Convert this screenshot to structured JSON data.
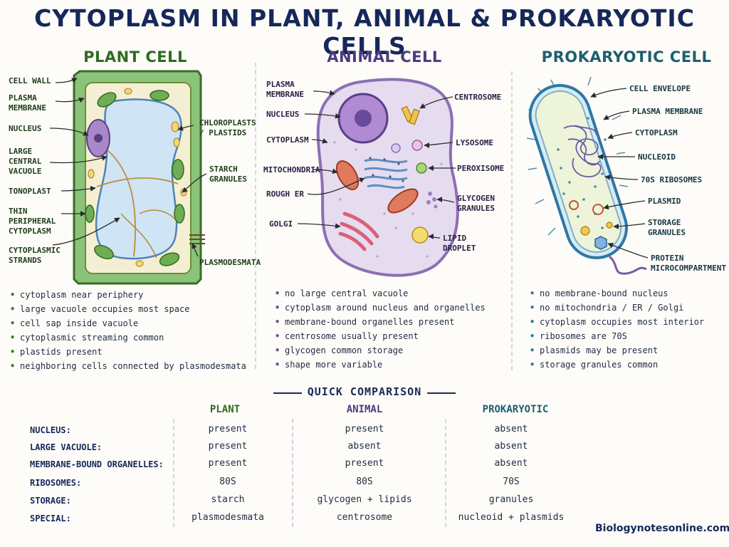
{
  "title": "CYTOPLASM IN PLANT, ANIMAL & PROKARYOTIC CELLS",
  "columns": {
    "plant": {
      "heading": "PLANT CELL",
      "labels": {
        "cell_wall": "CELL WALL",
        "plasma_membrane": "PLASMA\nMEMBRANE",
        "nucleus": "NUCLEUS",
        "large_central_vacuole": "LARGE\nCENTRAL\nVACUOLE",
        "tonoplast": "TONOPLAST",
        "thin_peripheral_cytoplasm": "THIN\nPERIPHERAL\nCYTOPLASM",
        "cytoplasmic_strands": "CYTOPLASMIC\nSTRANDS",
        "chloroplasts_plastids": "CHLOROPLASTS\n/ PLASTIDS",
        "starch_granules": "STARCH\nGRANULES",
        "plasmodesmata": "PLASMODESMATA"
      },
      "bullets": [
        "cytoplasm near periphery",
        "large vacuole occupies most space",
        "cell sap inside vacuole",
        "cytoplasmic streaming common",
        "plastids present",
        "neighboring cells connected by plasmodesmata"
      ]
    },
    "animal": {
      "heading": "ANIMAL CELL",
      "labels": {
        "plasma_membrane": "PLASMA\nMEMBRANE",
        "nucleus": "NUCLEUS",
        "cytoplasm": "CYTOPLASM",
        "mitochondria": "MITOCHONDRIA",
        "rough_er": "ROUGH ER",
        "golgi": "GOLGI",
        "centrosome": "CENTROSOME",
        "lysosome": "LYSOSOME",
        "peroxisome": "PEROXISOME",
        "glycogen_granules": "GLYCOGEN\nGRANULES",
        "lipid_droplet": "LIPID\nDROPLET"
      },
      "bullets": [
        "no large central vacuole",
        "cytoplasm around nucleus and organelles",
        "membrane-bound organelles present",
        "centrosome usually present",
        "glycogen common storage",
        "shape more variable"
      ]
    },
    "prokaryotic": {
      "heading": "PROKARYOTIC CELL",
      "labels": {
        "cell_envelope": "CELL ENVELOPE",
        "plasma_membrane": "PLASMA MEMBRANE",
        "cytoplasm": "CYTOPLASM",
        "nucleoid": "NUCLEOID",
        "ribosomes": "70S RIBOSOMES",
        "plasmid": "PLASMID",
        "storage_granules": "STORAGE\nGRANULES",
        "protein_microcompartment": "PROTEIN\nMICROCOMPARTMENT"
      },
      "bullets": [
        "no membrane-bound nucleus",
        "no mitochondria / ER / Golgi",
        "cytoplasm occupies most interior",
        "ribosomes are 70S",
        "plasmids may be present",
        "storage granules common"
      ]
    }
  },
  "comparison": {
    "title": "QUICK COMPARISON",
    "headers": {
      "plant": "PLANT",
      "animal": "ANIMAL",
      "prokaryotic": "PROKARYOTIC"
    },
    "rows": [
      {
        "label": "NUCLEUS:",
        "plant": "present",
        "animal": "present",
        "prokaryotic": "absent"
      },
      {
        "label": "LARGE VACUOLE:",
        "plant": "present",
        "animal": "absent",
        "prokaryotic": "absent"
      },
      {
        "label": "MEMBRANE-BOUND ORGANELLES:",
        "plant": "present",
        "animal": "present",
        "prokaryotic": "absent"
      },
      {
        "label": "RIBOSOMES:",
        "plant": "80S",
        "animal": "80S",
        "prokaryotic": "70S"
      },
      {
        "label": "STORAGE:",
        "plant": "starch",
        "animal": "glycogen + lipids",
        "prokaryotic": "granules"
      },
      {
        "label": "SPECIAL:",
        "plant": "plasmodesmata",
        "animal": "centrosome",
        "prokaryotic": "nucleoid + plasmids"
      }
    ]
  },
  "footer": "Biologynotesonline.com",
  "colors": {
    "plant_heading": "#2f6b22",
    "animal_heading": "#4b3b7f",
    "prokaryotic_heading": "#1f5e6e",
    "title": "#16285a",
    "plant_wall": "#8cc37a",
    "plant_cytoplasm": "#f4efd2",
    "vacuole": "#cfe4f5",
    "animal_cytoplasm": "#e6dcef",
    "prokaryotic_cytoplasm": "#eef4d9"
  }
}
